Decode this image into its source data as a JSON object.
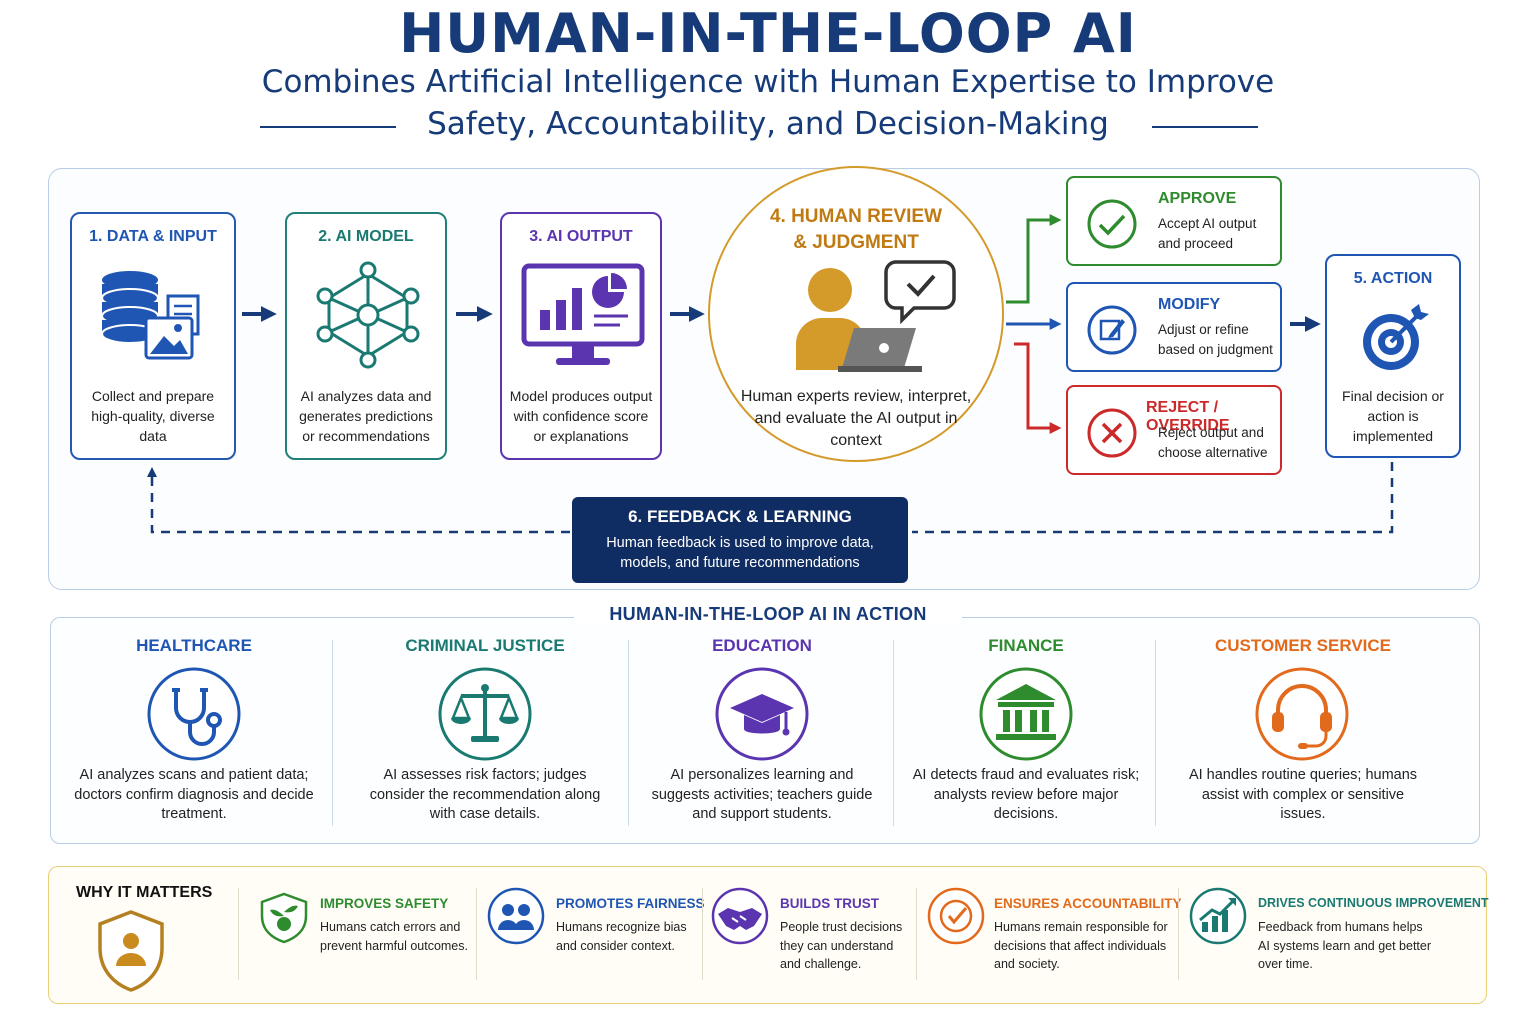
{
  "header": {
    "title": "HUMAN-IN-THE-LOOP AI",
    "subtitle_line1": "Combines Artificial Intelligence with Human Expertise to Improve",
    "subtitle_line2": "Safety, Accountability, and Decision-Making"
  },
  "colors": {
    "navy": "#163b78",
    "blue": "#1f56b4",
    "teal": "#1a7a72",
    "purple": "#5b35b0",
    "gold": "#d49a2a",
    "green": "#2e8b2e",
    "red": "#cc2a2a",
    "orange": "#e26a1c"
  },
  "steps": [
    {
      "title": "1. DATA & INPUT",
      "desc": "Collect and prepare high-quality, diverse data",
      "icon": "database-document-icon"
    },
    {
      "title": "2. AI MODEL",
      "desc": "AI analyzes data and generates predictions or recommendations",
      "icon": "neural-network-icon"
    },
    {
      "title": "3. AI OUTPUT",
      "desc": "Model produces output with confidence score or explanations",
      "icon": "monitor-chart-icon"
    }
  ],
  "review": {
    "title_line1": "4. HUMAN REVIEW",
    "title_line2": "& JUDGMENT",
    "desc": "Human experts review, interpret, and evaluate the AI output in context",
    "icon": "person-laptop-icon"
  },
  "decisions": [
    {
      "title": "APPROVE",
      "desc": "Accept AI output and proceed",
      "icon": "check-circle-icon"
    },
    {
      "title": "MODIFY",
      "desc": "Adjust or refine based on judgment",
      "icon": "edit-icon"
    },
    {
      "title": "REJECT / OVERRIDE",
      "desc": "Reject output and choose alternative",
      "icon": "x-circle-icon"
    }
  ],
  "action": {
    "title": "5. ACTION",
    "desc": "Final decision or action is implemented",
    "icon": "target-icon"
  },
  "feedback": {
    "title": "6. FEEDBACK & LEARNING",
    "desc": "Human feedback is used to improve data, models, and future recommendations"
  },
  "examples_title": "HUMAN-IN-THE-LOOP AI IN ACTION",
  "examples": [
    {
      "title": "HEALTHCARE",
      "desc": "AI analyzes scans and patient data; doctors confirm diagnosis and decide treatment.",
      "icon": "stethoscope-icon"
    },
    {
      "title": "CRIMINAL JUSTICE",
      "desc": "AI assesses risk factors; judges consider the recommendation along with case details.",
      "icon": "scales-icon"
    },
    {
      "title": "EDUCATION",
      "desc": "AI personalizes learning and suggests activities; teachers guide and support students.",
      "icon": "graduation-cap-icon"
    },
    {
      "title": "FINANCE",
      "desc": "AI detects fraud and evaluates risk; analysts review before major decisions.",
      "icon": "bank-icon"
    },
    {
      "title": "CUSTOMER SERVICE",
      "desc": "AI handles routine queries; humans assist with complex or sensitive issues.",
      "icon": "headset-icon"
    }
  ],
  "why": {
    "title": "WHY IT MATTERS",
    "icon": "shield-person-icon",
    "items": [
      {
        "title": "IMPROVES SAFETY",
        "desc": "Humans catch errors and prevent harmful outcomes.",
        "icon": "shield-plant-icon"
      },
      {
        "title": "PROMOTES FAIRNESS",
        "desc": "Humans recognize bias and consider context.",
        "icon": "people-icon"
      },
      {
        "title": "BUILDS TRUST",
        "desc": "People trust decisions they can understand and challenge.",
        "icon": "handshake-icon"
      },
      {
        "title": "ENSURES ACCOUNTABILITY",
        "desc": "Humans remain responsible for decisions that affect individuals and society.",
        "icon": "check-badge-icon"
      },
      {
        "title": "DRIVES CONTINUOUS IMPROVEMENT",
        "desc": "Feedback from humans helps AI systems learn and get better over time.",
        "icon": "growth-chart-icon"
      }
    ]
  }
}
